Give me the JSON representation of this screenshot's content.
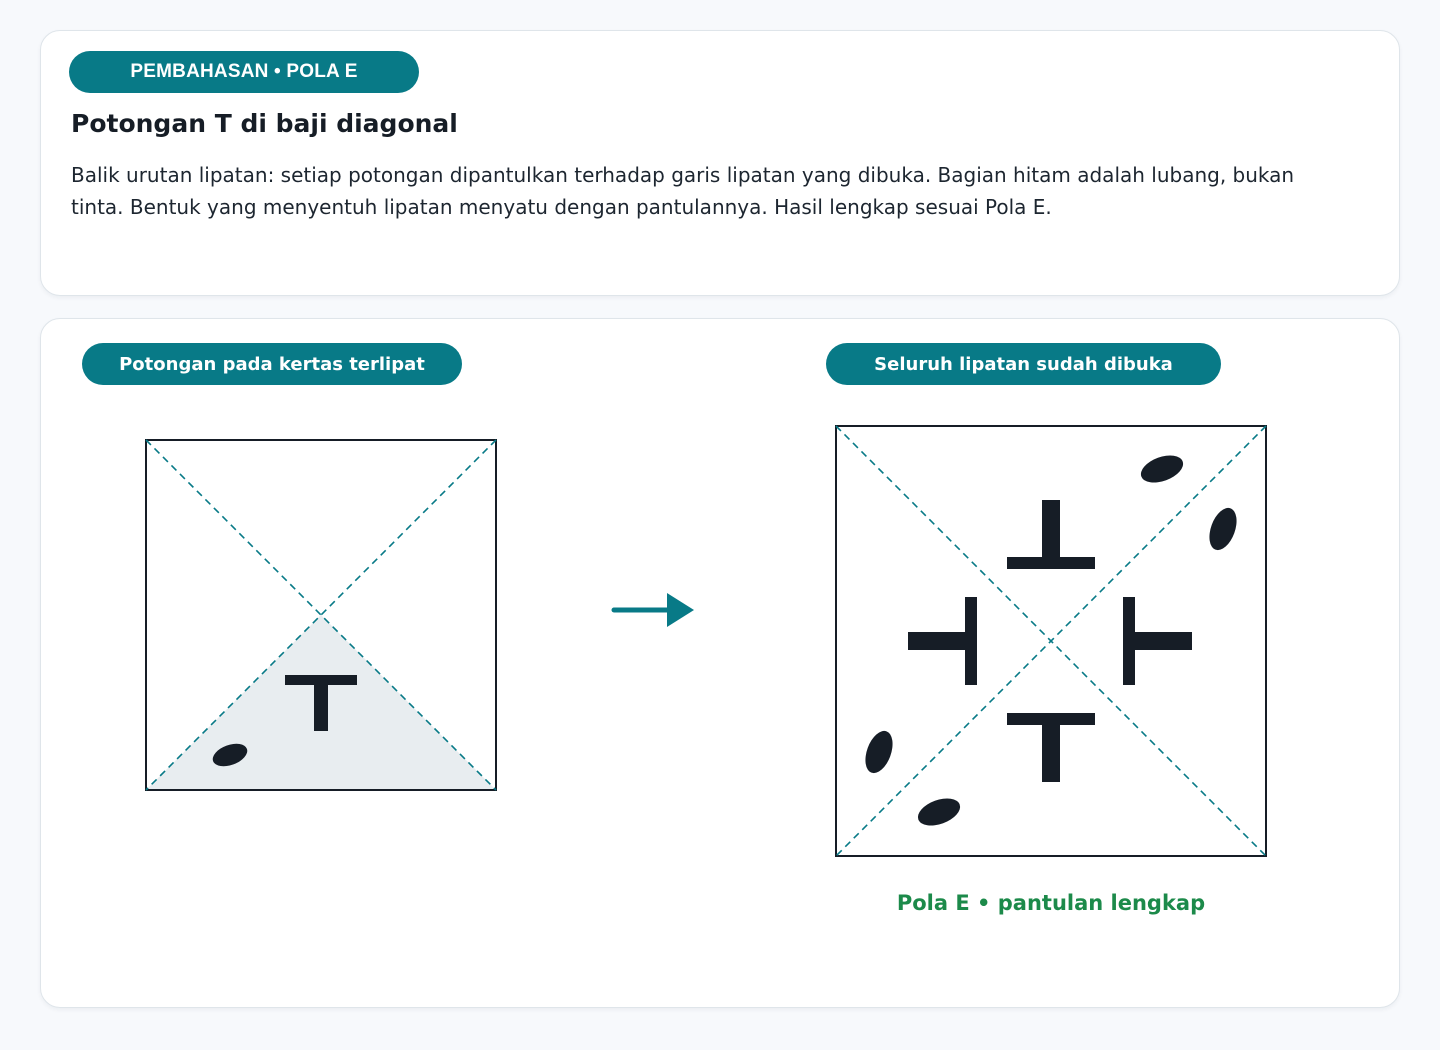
{
  "header": {
    "badge": "PEMBAHASAN • POLA E",
    "title": "Potongan T di baji diagonal",
    "explanation": "Balik urutan lipatan: setiap potongan dipantulkan terhadap garis lipatan yang dibuka. Bagian hitam adalah lubang, bukan tinta. Bentuk yang menyentuh lipatan menyatu dengan pantulannya. Hasil lengkap sesuai Pola E."
  },
  "diagram": {
    "before_label": "Potongan pada kertas terlipat",
    "after_label": "Seluruh lipatan sudah dibuka",
    "result_caption": "Pola E • pantulan lengkap"
  },
  "colors": {
    "accent": "#087a87",
    "hole": "#161d26",
    "shaded_wedge": "#e8edf0",
    "success": "#1c8a4a"
  },
  "icons": {
    "transition": "arrow-right-icon"
  }
}
